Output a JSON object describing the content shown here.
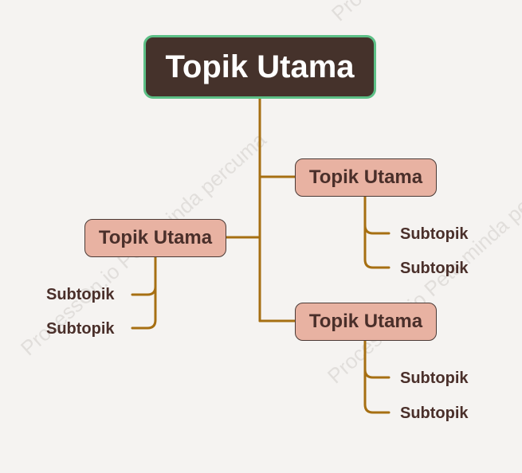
{
  "watermark": "ProcessOn.io Peta minda percuma",
  "root": {
    "label": "Topik Utama"
  },
  "branches": [
    {
      "label": "Topik Utama",
      "subtopics": [
        "Subtopik",
        "Subtopik"
      ]
    },
    {
      "label": "Topik Utama",
      "subtopics": [
        "Subtopik",
        "Subtopik"
      ]
    },
    {
      "label": "Topik Utama",
      "subtopics": [
        "Subtopik",
        "Subtopik"
      ]
    }
  ],
  "colors": {
    "background": "#f5f3f1",
    "root_fill": "#45322b",
    "root_border": "#5cbf86",
    "topic_fill": "#e8b2a2",
    "connector": "#a66f12",
    "text_dark": "#4a2f2a"
  }
}
